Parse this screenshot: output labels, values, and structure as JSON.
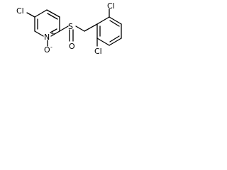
{
  "molecule": {
    "atoms": {
      "cl_pyridine": "Cl",
      "n_ring": "N",
      "n_charge": "+",
      "o_n_oxide": "O",
      "o_n_oxide_charge": "-",
      "s_sulfinyl": "S",
      "o_sulfinyl": "O",
      "cl_benzyl_top": "Cl",
      "cl_benzyl_bottom": "Cl"
    },
    "colors": {
      "bond": "#000000",
      "label": "#000000",
      "background": "#ffffff"
    }
  }
}
